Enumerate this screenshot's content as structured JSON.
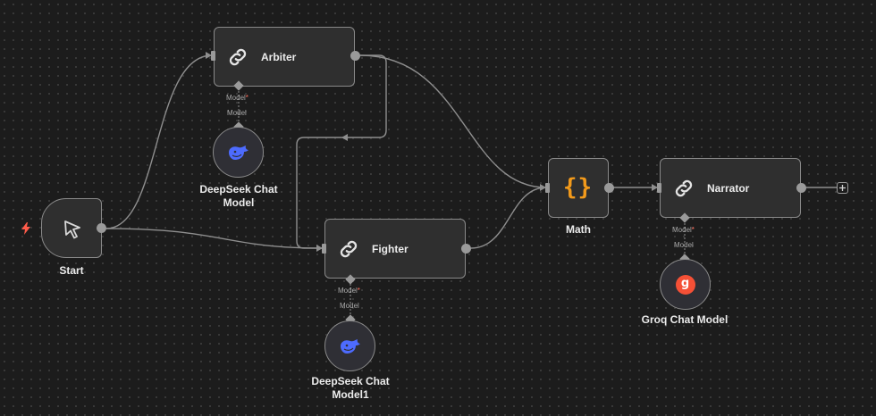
{
  "nodes": {
    "start": {
      "label": "Start"
    },
    "arbiter": {
      "label": "Arbiter"
    },
    "fighter": {
      "label": "Fighter"
    },
    "math": {
      "label": "Math",
      "glyph": "{}"
    },
    "narrator": {
      "label": "Narrator"
    }
  },
  "subnodes": {
    "deepseek1": {
      "label_line1": "DeepSeek Chat",
      "label_line2": "Model"
    },
    "deepseek2": {
      "label_line1": "DeepSeek Chat",
      "label_line2": "Model1"
    },
    "groq": {
      "label": "Groq Chat Model",
      "glyph": "g"
    }
  },
  "connections": {
    "model_label": "Model",
    "required_mark": "*"
  },
  "icons": {
    "trigger": "bolt-icon",
    "start": "cursor-icon",
    "chain": "link-icon",
    "math": "braces-icon",
    "deepseek": "whale-icon",
    "groq": "groq-icon",
    "add": "plus-icon"
  },
  "colors": {
    "canvas": "#1c1c1c",
    "node_bg": "#2f2f2f",
    "node_border": "#8a8a8a",
    "edge": "#8e8e8e",
    "accent_orange": "#f29a1b",
    "deepseek_blue": "#4d6bfe",
    "groq_red": "#f55036",
    "required_red": "#ff6d5a"
  }
}
